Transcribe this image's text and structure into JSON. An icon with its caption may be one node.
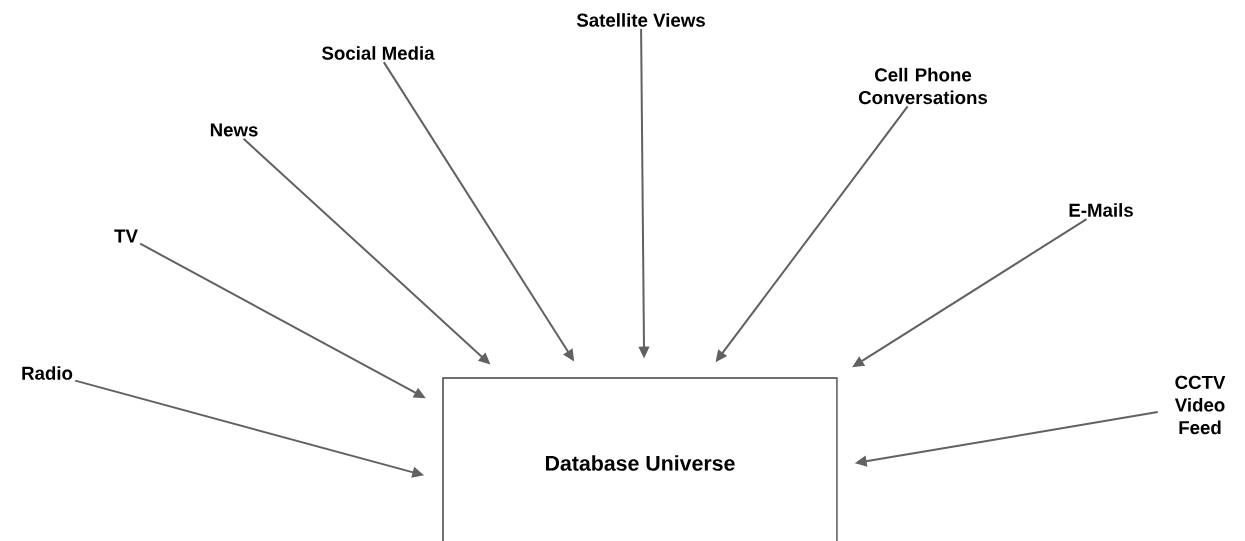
{
  "diagram": {
    "nodes": [
      {
        "text": [
          "Database Universe"
        ]
      },
      {
        "text": [
          "Radio"
        ]
      },
      {
        "text": [
          "TV"
        ]
      },
      {
        "text": [
          "News"
        ]
      },
      {
        "text": [
          "Social Media"
        ]
      },
      {
        "text": [
          "Satellite Views"
        ]
      },
      {
        "text": [
          "Cell Phone Conversations"
        ]
      },
      {
        "text": [
          "E-Mails"
        ]
      },
      {
        "text": [
          "CCTV Video Feed"
        ]
      }
    ],
    "edges": [
      {
        "from": 1,
        "to": 0,
        "arrow": "to"
      },
      {
        "from": 2,
        "to": 0,
        "arrow": "to"
      },
      {
        "from": 3,
        "to": 0,
        "arrow": "to"
      },
      {
        "from": 4,
        "to": 0,
        "arrow": "to"
      },
      {
        "from": 5,
        "to": 0,
        "arrow": "to"
      },
      {
        "from": 6,
        "to": 0,
        "arrow": "to"
      },
      {
        "from": 7,
        "to": 0,
        "arrow": "to"
      },
      {
        "from": 8,
        "to": 0,
        "arrow": "to"
      }
    ]
  }
}
